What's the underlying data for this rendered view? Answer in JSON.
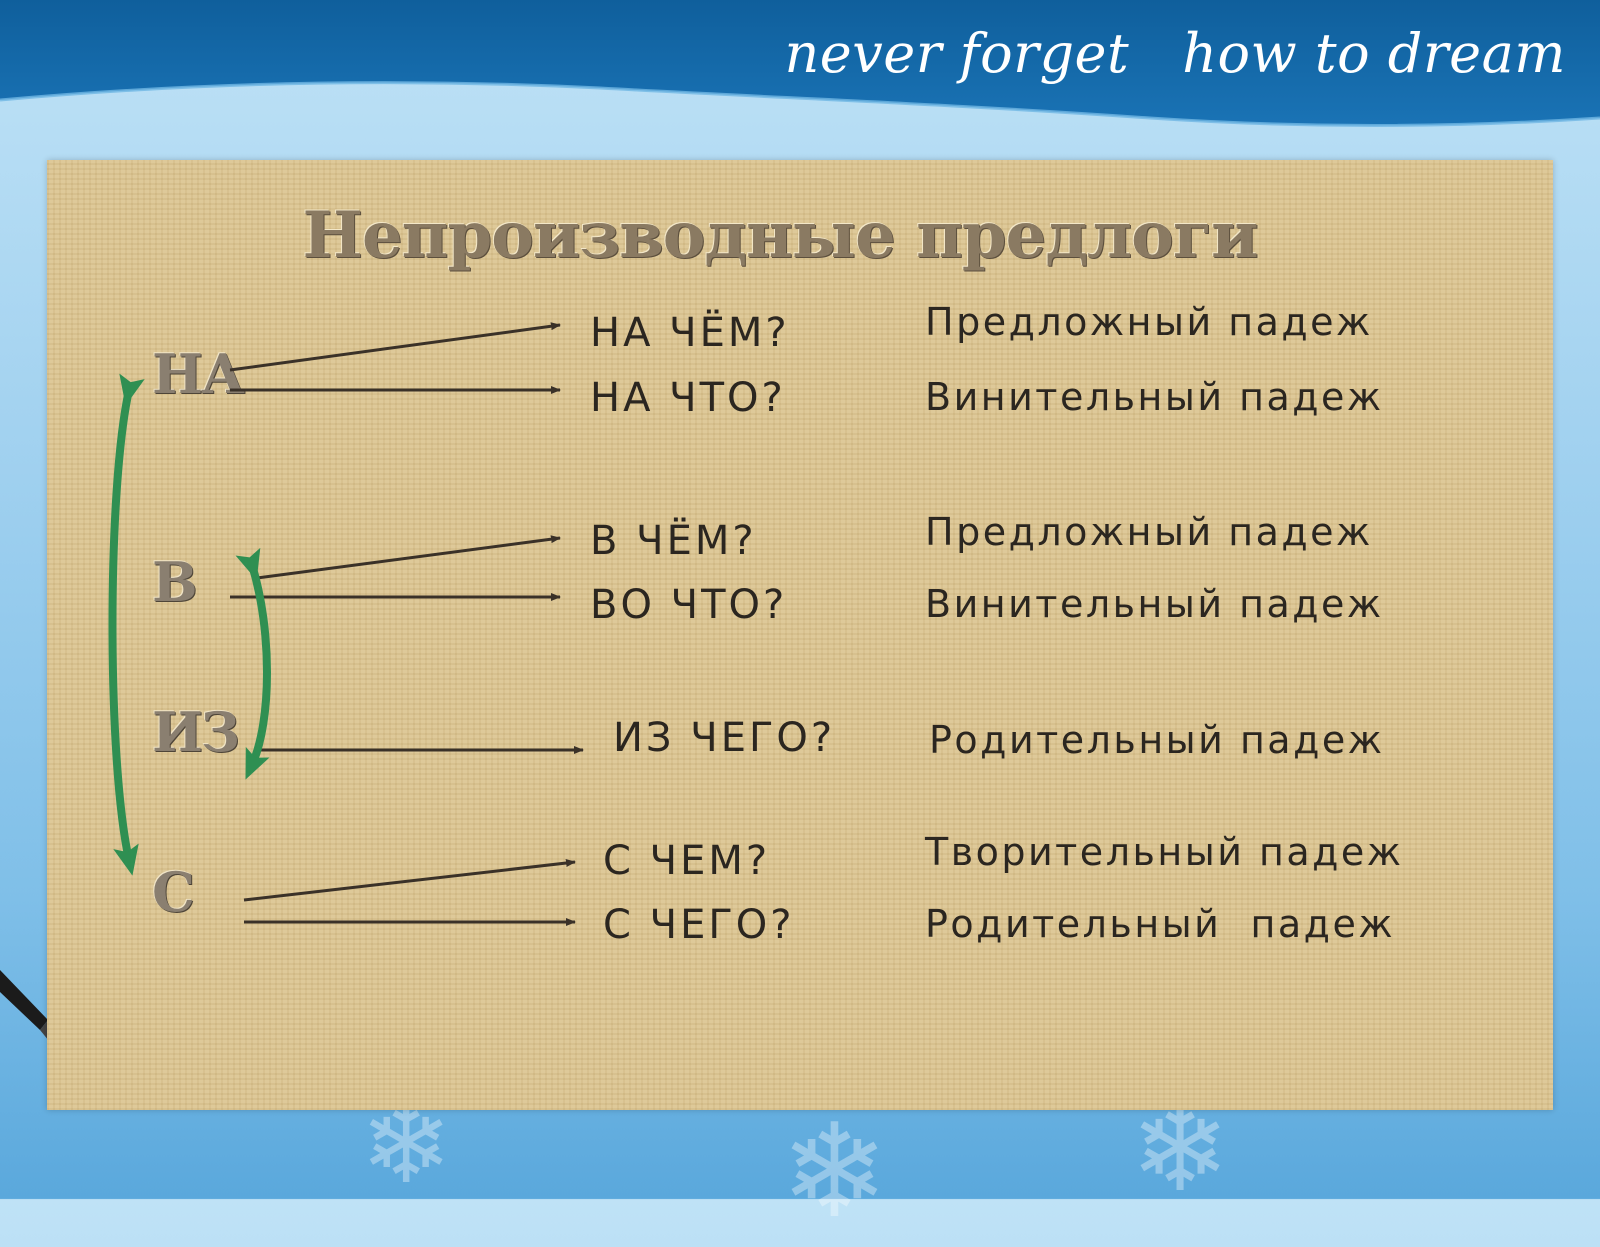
{
  "header": {
    "tagline": "never forget   how to dream"
  },
  "title": "Непроизводные предлоги",
  "groups": [
    {
      "preposition": "НА",
      "rows": [
        {
          "question": "НА ЧЁМ?",
          "case": "Предложный падеж"
        },
        {
          "question": "НА ЧТО?",
          "case": "Винительный падеж"
        }
      ]
    },
    {
      "preposition": "В",
      "rows": [
        {
          "question": "В ЧЁМ?",
          "case": "Предложный падеж"
        },
        {
          "question": "ВО ЧТО?",
          "case": "Винительный падеж"
        }
      ]
    },
    {
      "preposition": "ИЗ",
      "rows": [
        {
          "question": "ИЗ ЧЕГО?",
          "case": "Родительный падеж"
        }
      ]
    },
    {
      "preposition": "С",
      "rows": [
        {
          "question": "С ЧЕМ?",
          "case": "Творительный падеж"
        },
        {
          "question": "С ЧЕГО?",
          "case": "Родительный  падеж"
        }
      ]
    }
  ],
  "colors": {
    "header_blue": "#1a6aa8",
    "paper": "#dcc591",
    "bracket_green": "#3a9a5a",
    "arrow": "#4a3f33"
  },
  "icons": [
    "pen-icon",
    "snowflake-icon",
    "arrow-icon",
    "bracket-arrow-icon"
  ]
}
